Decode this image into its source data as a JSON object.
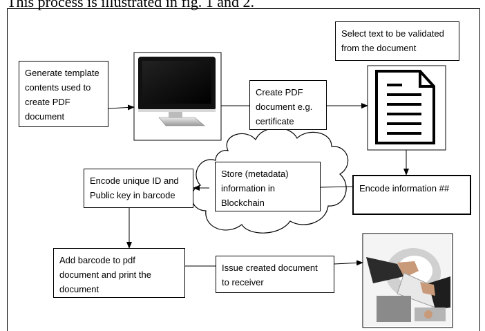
{
  "caption": "This process is illustrated in fig. 1 and 2.",
  "boxes": {
    "generate_template": "Generate template\ncontents used to\ncreate PDF\ndocument",
    "create_pdf": "Create PDF\ndocument e.g.\ncertificate",
    "select_text": "Select text to be validated\nfrom the document",
    "encode_information": "Encode information ##",
    "store_metadata": "Store (metadata)\ninformation in\nBlockchain",
    "encode_unique_id": "Encode unique ID and\nPublic key in barcode",
    "add_barcode": "Add barcode to pdf\ndocument and print the\ndocument",
    "issue_document": "Issue created document\nto receiver"
  },
  "icons": {
    "monitor": "computer-monitor-icon",
    "document": "document-icon",
    "handover": "document-handover-photo-icon"
  }
}
